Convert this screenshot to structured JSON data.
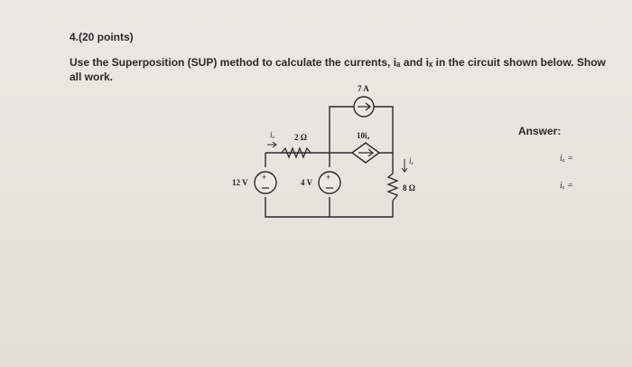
{
  "heading": "4.(20 points)",
  "prompt": "Use the Superposition (SUP) method to calculate the currents, iₐ and iₓ in the circuit shown below. Show all work.",
  "circuit": {
    "src_current": "7 A",
    "dep_source": "10iₐ",
    "resistor_left": "2 Ω",
    "resistor_right": "8 Ω",
    "voltage_left": "12 V",
    "voltage_mid": "4 V",
    "current_label_ib": "iₐ",
    "current_label_ix": "iₓ",
    "plus_sign": "+"
  },
  "answer": {
    "title": "Answer:",
    "ib": "iₐ =",
    "ix": "iₓ ="
  },
  "colors": {
    "wire": "#2b2b2b",
    "paper": "#e8e3dd"
  }
}
